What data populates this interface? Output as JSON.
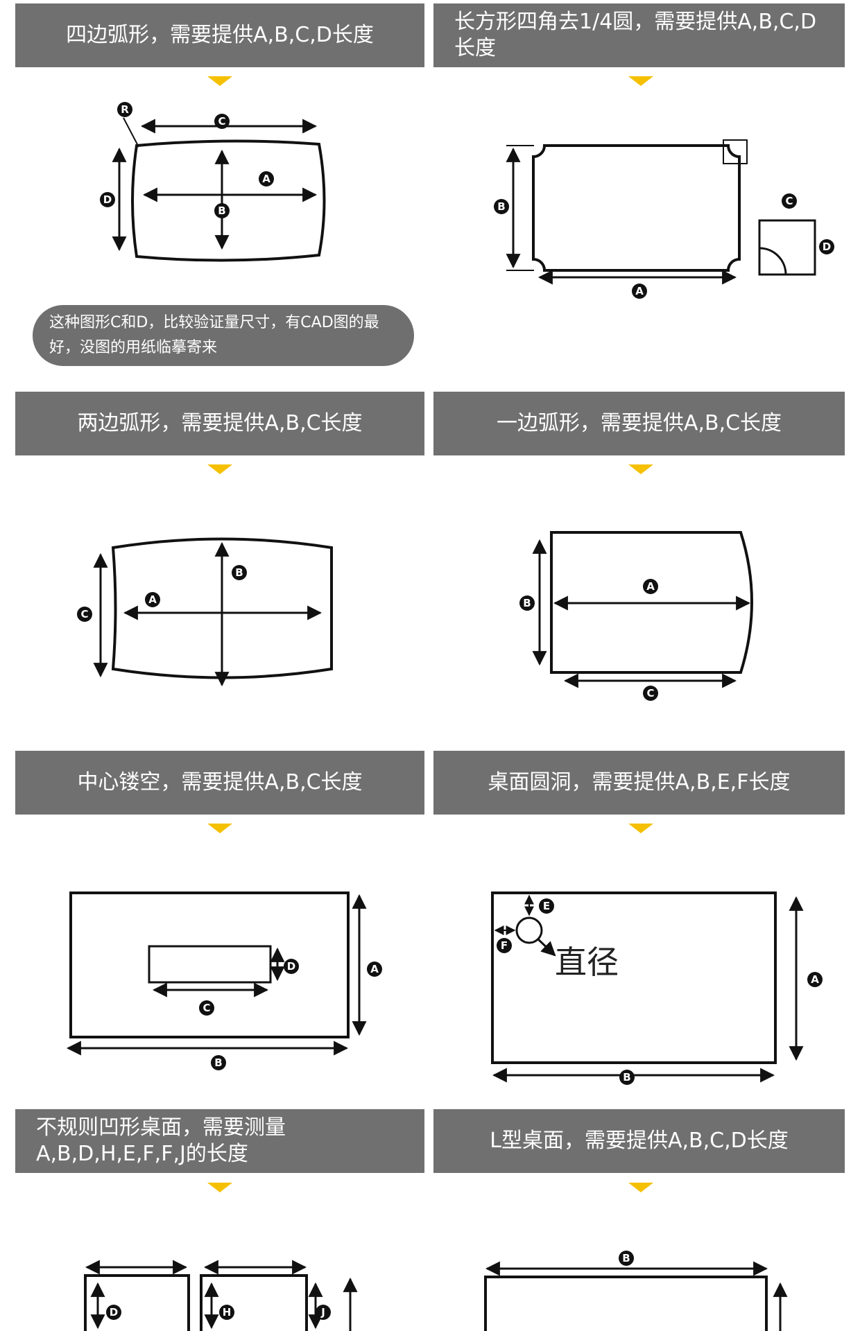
{
  "banners": {
    "b1": "四边弧形，需要提供A,B,C,D长度",
    "b2": "长方形四角去1/4圆，需要提供A,B,C,D\n长度",
    "b3": "两边弧形，需要提供A,B,C长度",
    "b4": "一边弧形，需要提供A,B,C长度",
    "b5": "中心镂空，需要提供A,B,C长度",
    "b6": "桌面圆洞，需要提供A,B,E,F长度",
    "b7": "不规则凹形桌面，需要测量\nA,B,D,H,E,F,F,J的长度",
    "b8": "L型桌面，需要提供A,B,C,D长度"
  },
  "note": "这种图形C和D，比较验证量尺寸，有CAD图的最好，没图的用纸临摹寄来",
  "diameter_label": "直径",
  "markers": {
    "A": "A",
    "B": "B",
    "C": "C",
    "D": "D",
    "E": "E",
    "F": "F",
    "H": "H",
    "J": "J",
    "R": "R"
  },
  "colors": {
    "banner_bg": "#707070",
    "chevron": "#f5c000",
    "stroke": "#111111"
  }
}
